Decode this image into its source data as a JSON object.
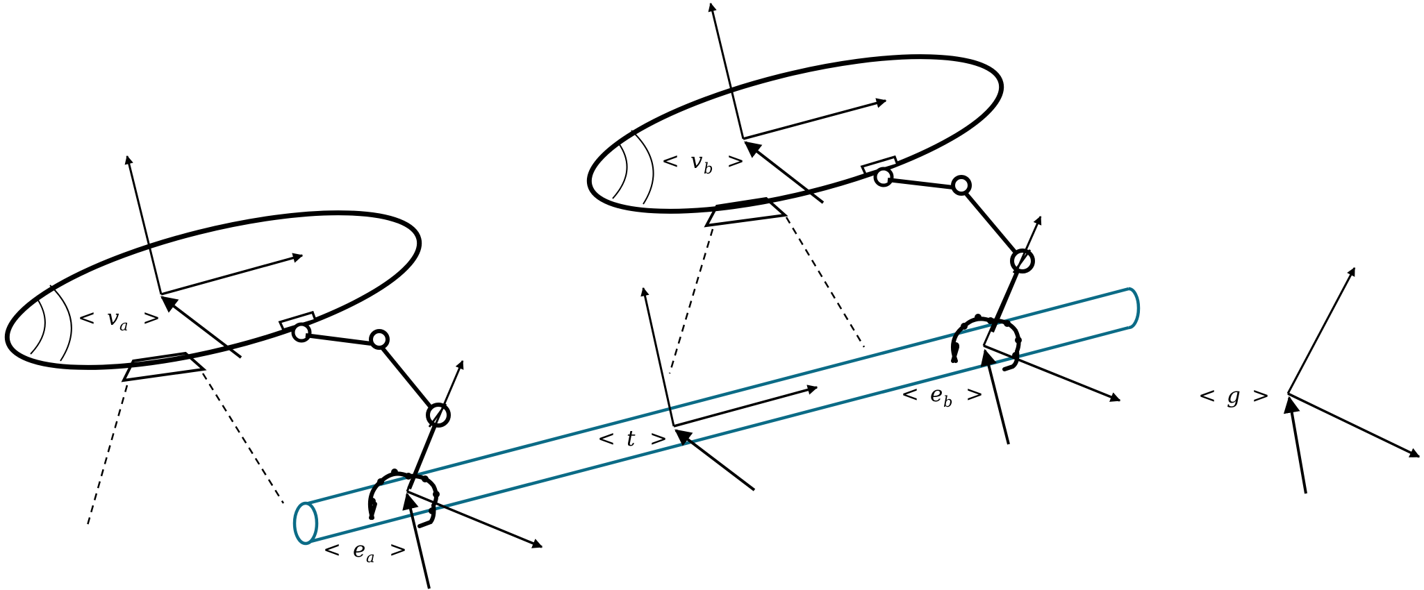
{
  "labels": {
    "va": {
      "open": "<",
      "sym": "v",
      "sub": "a",
      "close": ">"
    },
    "vb": {
      "open": "<",
      "sym": "v",
      "sub": "b",
      "close": ">"
    },
    "ea": {
      "open": "<",
      "sym": "e",
      "sub": "a",
      "close": ">"
    },
    "eb": {
      "open": "<",
      "sym": "e",
      "sub": "b",
      "close": ">"
    },
    "t": {
      "open": "<",
      "sym": "t",
      "close": ">"
    },
    "g": {
      "open": "<",
      "sym": "g",
      "close": ">"
    }
  },
  "colors": {
    "line": "#000000",
    "tube": "#0b6b86",
    "background": "#ffffff"
  }
}
